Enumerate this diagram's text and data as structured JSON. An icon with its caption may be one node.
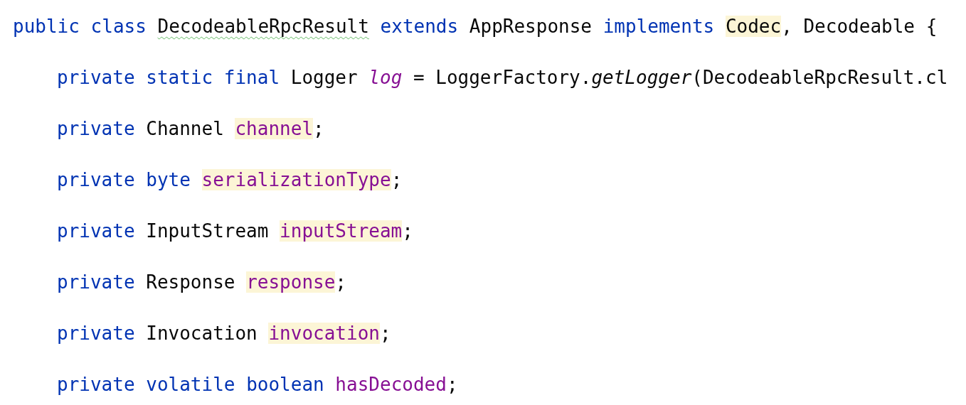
{
  "diagram": {
    "labels": [
      "public class DecodeableRpcResult extends AppResponse implements Codec, Decodeable {",
      "private static final Logger *log* = LoggerFactory.*getLogger*(DecodeableRpcResult.cl",
      "private Channel channel;",
      "private byte serializationType;",
      "private InputStream inputStream;",
      "private Response response;",
      "private Invocation invocation;",
      "private volatile boolean hasDecoded;"
    ]
  }
}
